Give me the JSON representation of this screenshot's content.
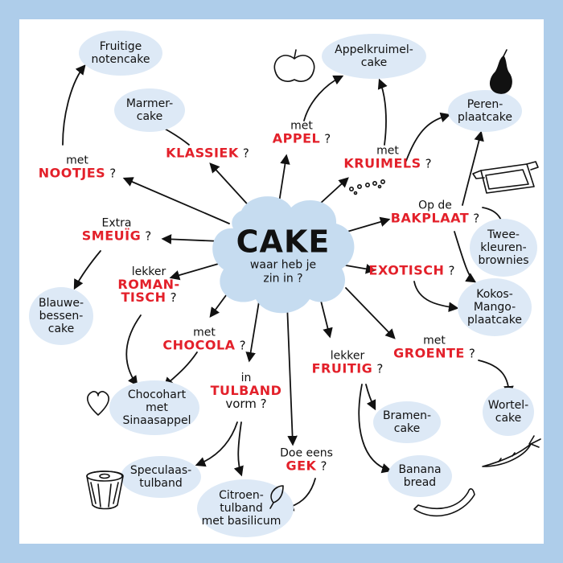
{
  "colors": {
    "frame": "#aecdea",
    "paper": "#ffffff",
    "bubble": "#c6dcf0",
    "accent": "#e3202a",
    "ink": "#111111"
  },
  "center": {
    "title": "CAKE",
    "subtitle_line1": "waar heb je",
    "subtitle_line2": "zin in ?"
  },
  "branches": {
    "nootjes": {
      "pre": "met",
      "keyword": "NOOTJES",
      "q": "?"
    },
    "klassiek": {
      "keyword": "KLASSIEK",
      "q": "?"
    },
    "appel": {
      "pre": "met",
      "keyword": "APPEL",
      "q": "?"
    },
    "kruimels": {
      "pre": "met",
      "keyword": "KRUIMELS",
      "q": "?"
    },
    "bakplaat": {
      "pre": "Op de",
      "keyword": "BAKPLAAT",
      "q": "?"
    },
    "smeuig": {
      "pre": "Extra",
      "keyword": "SMEUÏG",
      "q": "?"
    },
    "romantisch": {
      "pre": "lekker",
      "keyword1": "ROMAN-",
      "keyword2": "TISCH",
      "q": "?"
    },
    "exotisch": {
      "keyword": "EXOTISCH",
      "q": "?"
    },
    "chocola": {
      "pre": "met",
      "keyword": "CHOCOLA",
      "q": "?"
    },
    "tulband": {
      "pre": "in",
      "keyword": "TULBAND",
      "post": "vorm ?"
    },
    "gek": {
      "pre": "Doe eens",
      "keyword": "GEK",
      "q": "?"
    },
    "fruitig": {
      "pre": "lekker",
      "keyword": "FRUITIG",
      "q": "?"
    },
    "groente": {
      "pre": "met",
      "keyword": "GROENTE",
      "q": "?"
    }
  },
  "results": {
    "fruitige_notencake": [
      "Fruitige",
      "notencake"
    ],
    "marmercake": [
      "Marmer-",
      "cake"
    ],
    "appelkruimelcake": [
      "Appelkruimel-",
      "cake"
    ],
    "perenplaatcake": [
      "Peren-",
      "plaatcake"
    ],
    "tweekleurenbrownies": [
      "Twee-",
      "kleuren-",
      "brownies"
    ],
    "kokosmangoplaatcake": [
      "Kokos-",
      "Mango-",
      "plaatcake"
    ],
    "blauwebessencake": [
      "Blauwe-",
      "bessen-",
      "cake"
    ],
    "chocohart": [
      "Chocohart",
      "met",
      "Sinaasappel"
    ],
    "speculaastulband": [
      "Speculaas-",
      "tulband"
    ],
    "citroentulband": [
      "Citroen-",
      "tulband",
      "met basilicum"
    ],
    "bramencake": [
      "Bramen-",
      "cake"
    ],
    "bananabread": [
      "Banana",
      "bread"
    ],
    "wortelcake": [
      "Wortel-",
      "cake"
    ]
  },
  "icons": [
    "apple-icon",
    "pear-icon",
    "baking-tray-icon",
    "heart-icon",
    "bundt-pan-icon",
    "leaf-icon",
    "banana-icon",
    "carrot-icon",
    "crumbs-icon"
  ]
}
